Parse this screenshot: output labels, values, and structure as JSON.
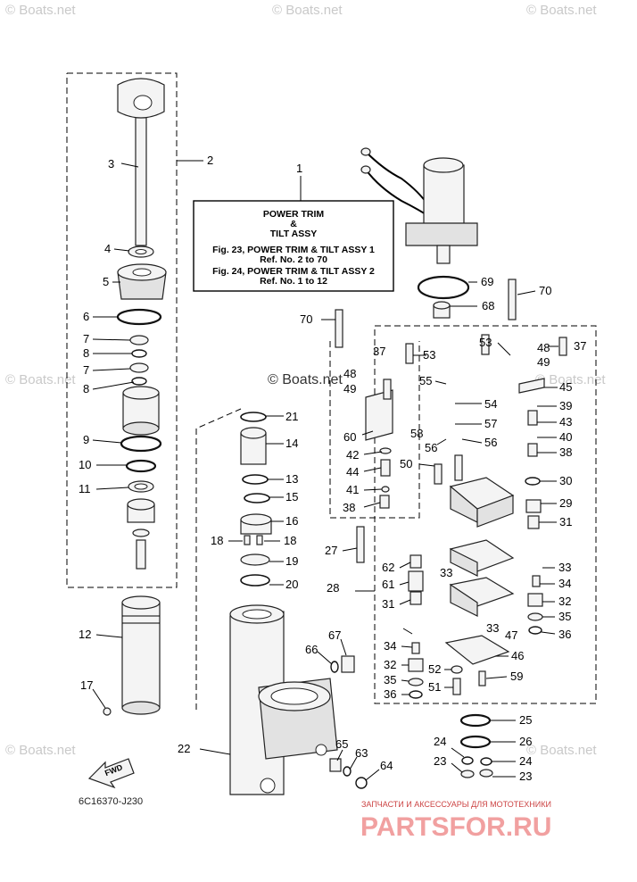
{
  "watermarks": {
    "top_left": "© Boats.net",
    "top_center": "© Boats.net",
    "top_right": "© Boats.net",
    "mid_left": "© Boats.net",
    "mid_center": "© Boats.net",
    "mid_right": "© Boats.net",
    "bottom_left": "© Boats.net",
    "bottom_right": "© Boats.net"
  },
  "info_box": {
    "line1": "POWER TRIM",
    "line2": "&",
    "line3": "TILT ASSY",
    "line4": "Fig. 23, POWER TRIM & TILT ASSY 1",
    "line5": "Ref. No. 2 to 70",
    "line6": "Fig. 24, POWER TRIM & TILT ASSY 2",
    "line7": "Ref. No. 1 to 12"
  },
  "fwd_arrow": "FWD",
  "diagram_code": "6C16370-J230",
  "footer": {
    "caption": "ЗАПЧАСТИ И АКСЕССУАРЫ ДЛЯ МОТОТЕХНИКИ",
    "logo": "PARTSFOR.RU"
  },
  "callouts": [
    "1",
    "2",
    "3",
    "4",
    "5",
    "6",
    "7",
    "8",
    "7",
    "8",
    "9",
    "10",
    "11",
    "12",
    "17",
    "21",
    "14",
    "13",
    "15",
    "16",
    "18",
    "18",
    "19",
    "20",
    "22",
    "66",
    "67",
    "65",
    "63",
    "64",
    "69",
    "70",
    "68",
    "70",
    "53",
    "48",
    "49",
    "37",
    "55",
    "54",
    "57",
    "58",
    "60",
    "56",
    "56",
    "42",
    "44",
    "50",
    "41",
    "38",
    "27",
    "53",
    "48",
    "49",
    "37",
    "45",
    "39",
    "43",
    "40",
    "38",
    "30",
    "29",
    "31",
    "62",
    "61",
    "31",
    "33",
    "28",
    "33",
    "34",
    "32",
    "35",
    "36",
    "33",
    "47",
    "46",
    "52",
    "59",
    "51",
    "34",
    "32",
    "35",
    "36",
    "25",
    "26",
    "24",
    "23",
    "24",
    "23"
  ]
}
